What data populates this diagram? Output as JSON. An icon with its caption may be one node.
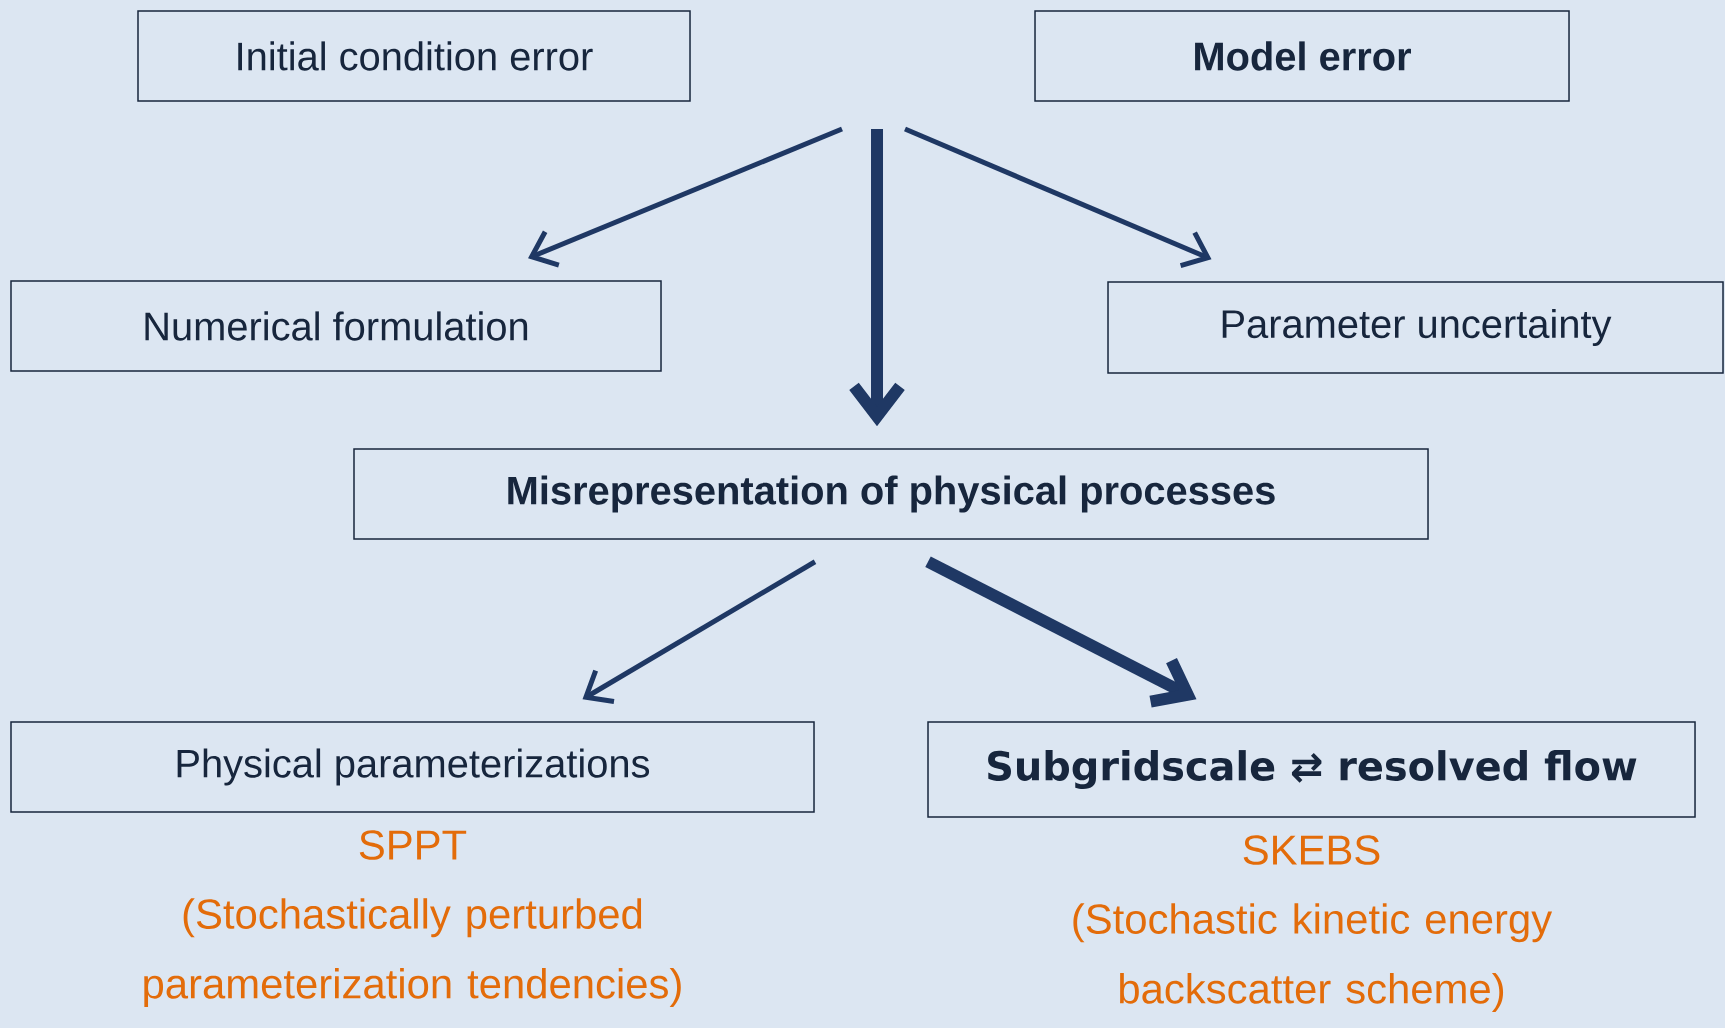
{
  "diagram": {
    "nodes": [
      {
        "text": [
          "Initial condition error"
        ]
      },
      {
        "text": [
          "Model error"
        ]
      },
      {
        "text": [
          "Numerical formulation"
        ]
      },
      {
        "text": [
          "Parameter uncertainty"
        ]
      },
      {
        "text": [
          "Misrepresentation of physical processes"
        ]
      },
      {
        "text": [
          "Physical parameterizations"
        ],
        "beside": [
          "SPPT",
          "(Stochastically perturbed parameterization tendencies)"
        ]
      },
      {
        "text": [
          "Subgridscale ⇄ resolved flow"
        ],
        "beside": [
          "SKEBS",
          "(Stochastic kinetic energy backscatter scheme)"
        ]
      }
    ],
    "edges": [
      {
        "from": null,
        "to": 2,
        "arrow": "to"
      },
      {
        "from": null,
        "to": 4,
        "arrow": "to",
        "style": "thick"
      },
      {
        "from": null,
        "to": 3,
        "arrow": "to"
      },
      {
        "from": 4,
        "to": 5,
        "arrow": "to"
      },
      {
        "from": 4,
        "to": 6,
        "arrow": "to",
        "style": "thick"
      }
    ]
  }
}
